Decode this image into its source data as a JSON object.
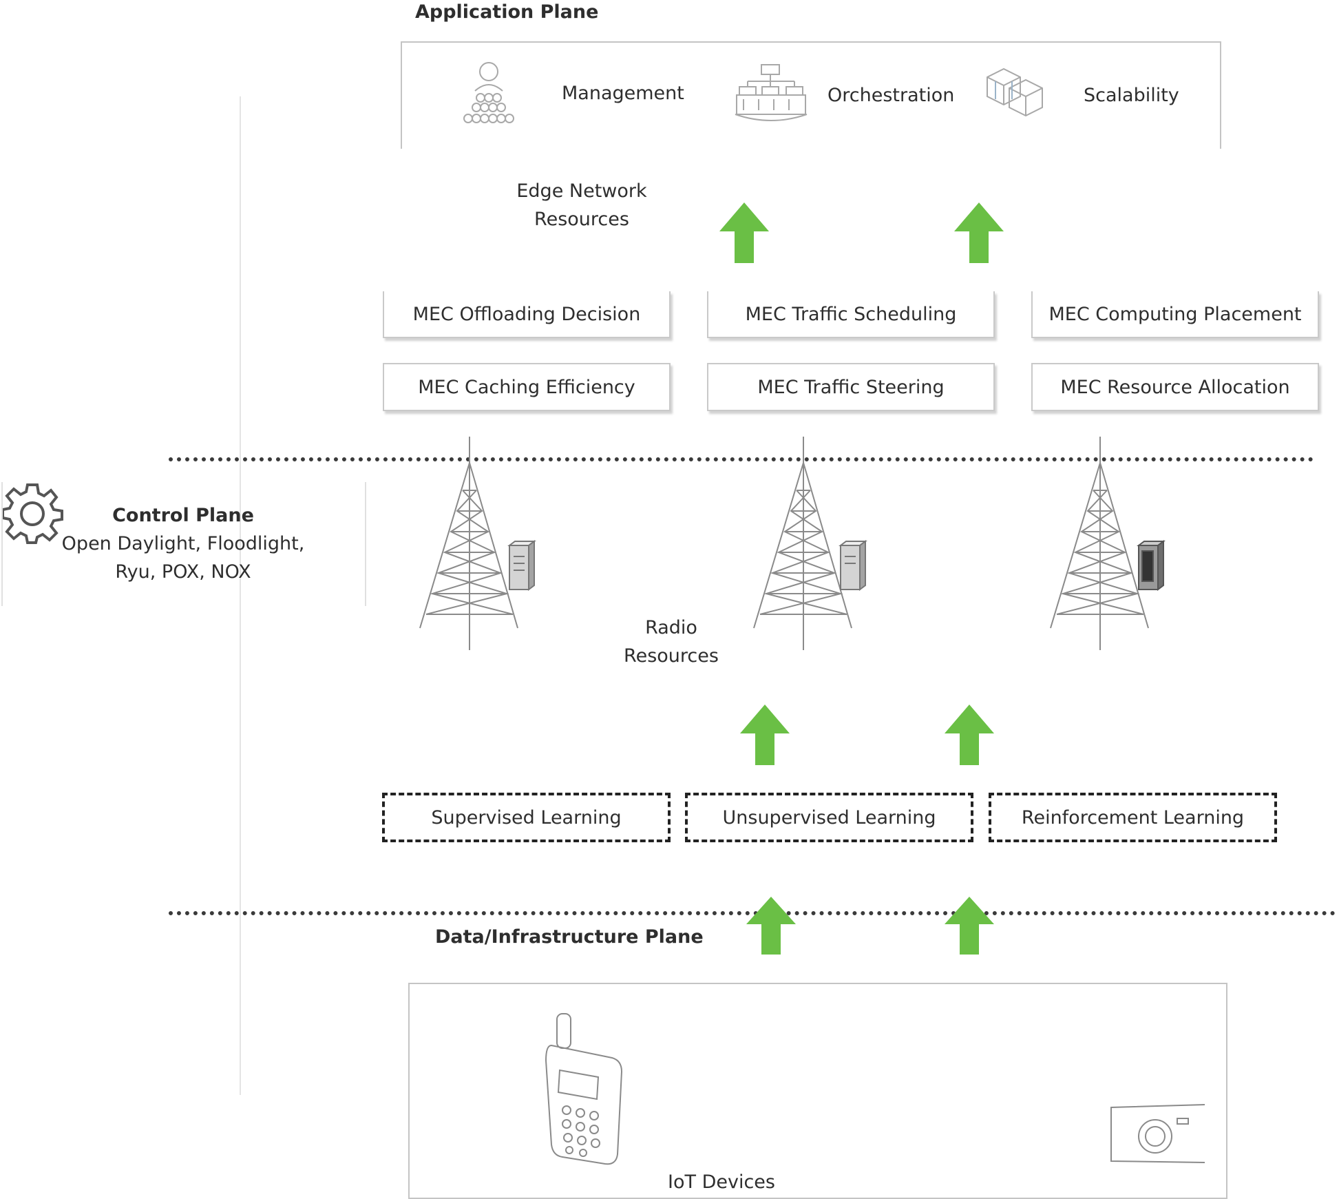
{
  "planes": {
    "application": "Application Plane",
    "control_title": "Control Plane",
    "control_line1": "Open Daylight, Floodlight,",
    "control_line2": "Ryu, POX, NOX",
    "data": "Data/Infrastructure Plane"
  },
  "app_items": {
    "management": "Management",
    "orchestration": "Orchestration",
    "scalability": "Scalability"
  },
  "edge_resources": {
    "line1": "Edge Network",
    "line2": "Resources"
  },
  "radio_resources": {
    "line1": "Radio",
    "line2": "Resources"
  },
  "mec_boxes": {
    "offloading": "MEC Offloading Decision",
    "scheduling": "MEC Traffic Scheduling",
    "placement": "MEC Computing Placement",
    "caching": "MEC Caching Efficiency",
    "steering": "MEC Traffic Steering",
    "allocation": "MEC Resource Allocation"
  },
  "learning": {
    "supervised": "Supervised Learning",
    "unsupervised": "Unsupervised Learning",
    "reinforcement": "Reinforcement Learning"
  },
  "iot": "IoT Devices",
  "colors": {
    "arrow": "#6abf45",
    "box_border": "#c9c9c9",
    "text": "#2e2e2e"
  }
}
